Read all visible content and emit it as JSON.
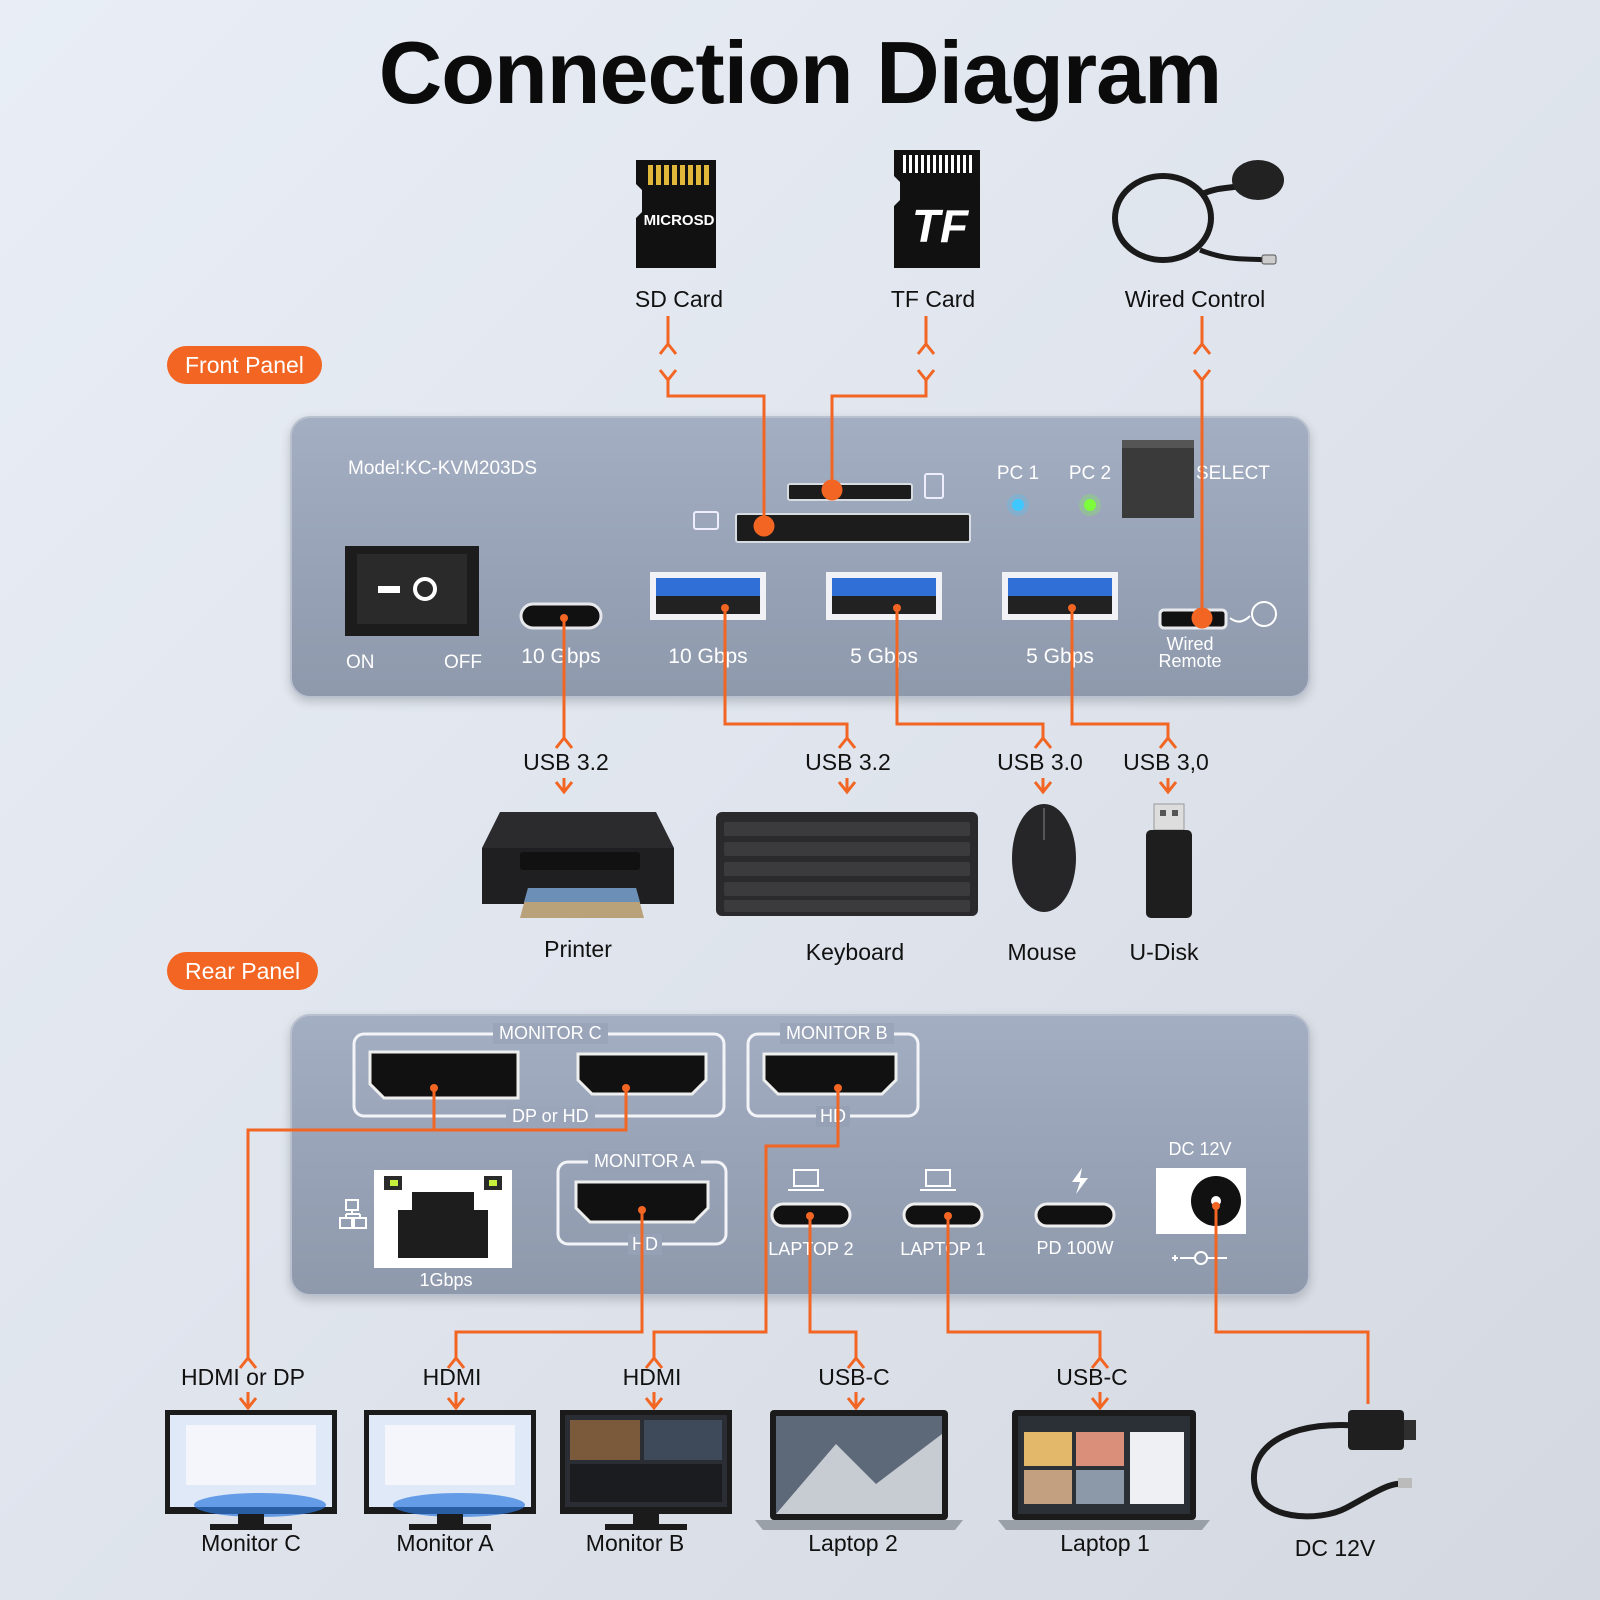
{
  "title": "Connection Diagram",
  "front_panel": {
    "badge": "Front Panel",
    "model": "Model:KC-KVM203DS",
    "switch_on": "ON",
    "switch_off": "OFF",
    "pc1": "PC 1",
    "pc2": "PC 2",
    "select": "SELECT",
    "port_usbc": "10 Gbps",
    "port_usb1": "10 Gbps",
    "port_usb2": "5 Gbps",
    "port_usb3": "5 Gbps",
    "wired_remote_1": "Wired",
    "wired_remote_2": "Remote",
    "led_pc1_color": "#3ec8ff",
    "led_pc2_color": "#7cff3a"
  },
  "top_devices": {
    "sd": "SD Card",
    "sd_chip": "MICROSD",
    "tf": "TF Card",
    "tf_chip": "TF",
    "wired_control": "Wired Control"
  },
  "usb_devices": {
    "printer_type": "USB 3.2",
    "printer": "Printer",
    "keyboard_type": "USB 3.2",
    "keyboard": "Keyboard",
    "mouse_type": "USB 3.0",
    "mouse": "Mouse",
    "udisk_type": "USB 3,0",
    "udisk": "U-Disk"
  },
  "rear_panel": {
    "badge": "Rear Panel",
    "monitor_c": "MONITOR C",
    "dp_or_hd": "DP or HD",
    "monitor_b": "MONITOR B",
    "hd_b": "HD",
    "monitor_a": "MONITOR A",
    "hd_a": "HD",
    "lan": "1Gbps",
    "laptop2": "LAPTOP 2",
    "laptop1": "LAPTOP 1",
    "pd": "PD 100W",
    "dc": "DC 12V"
  },
  "bottom_devices": {
    "mc_type": "HDMI or DP",
    "mc": "Monitor C",
    "ma_type": "HDMI",
    "ma": "Monitor A",
    "mb_type": "HDMI",
    "mb": "Monitor B",
    "l2_type": "USB-C",
    "l2": "Laptop 2",
    "l1_type": "USB-C",
    "l1": "Laptop 1",
    "dc": "DC 12V"
  },
  "colors": {
    "accent": "#f26522",
    "line": "#f26522"
  }
}
